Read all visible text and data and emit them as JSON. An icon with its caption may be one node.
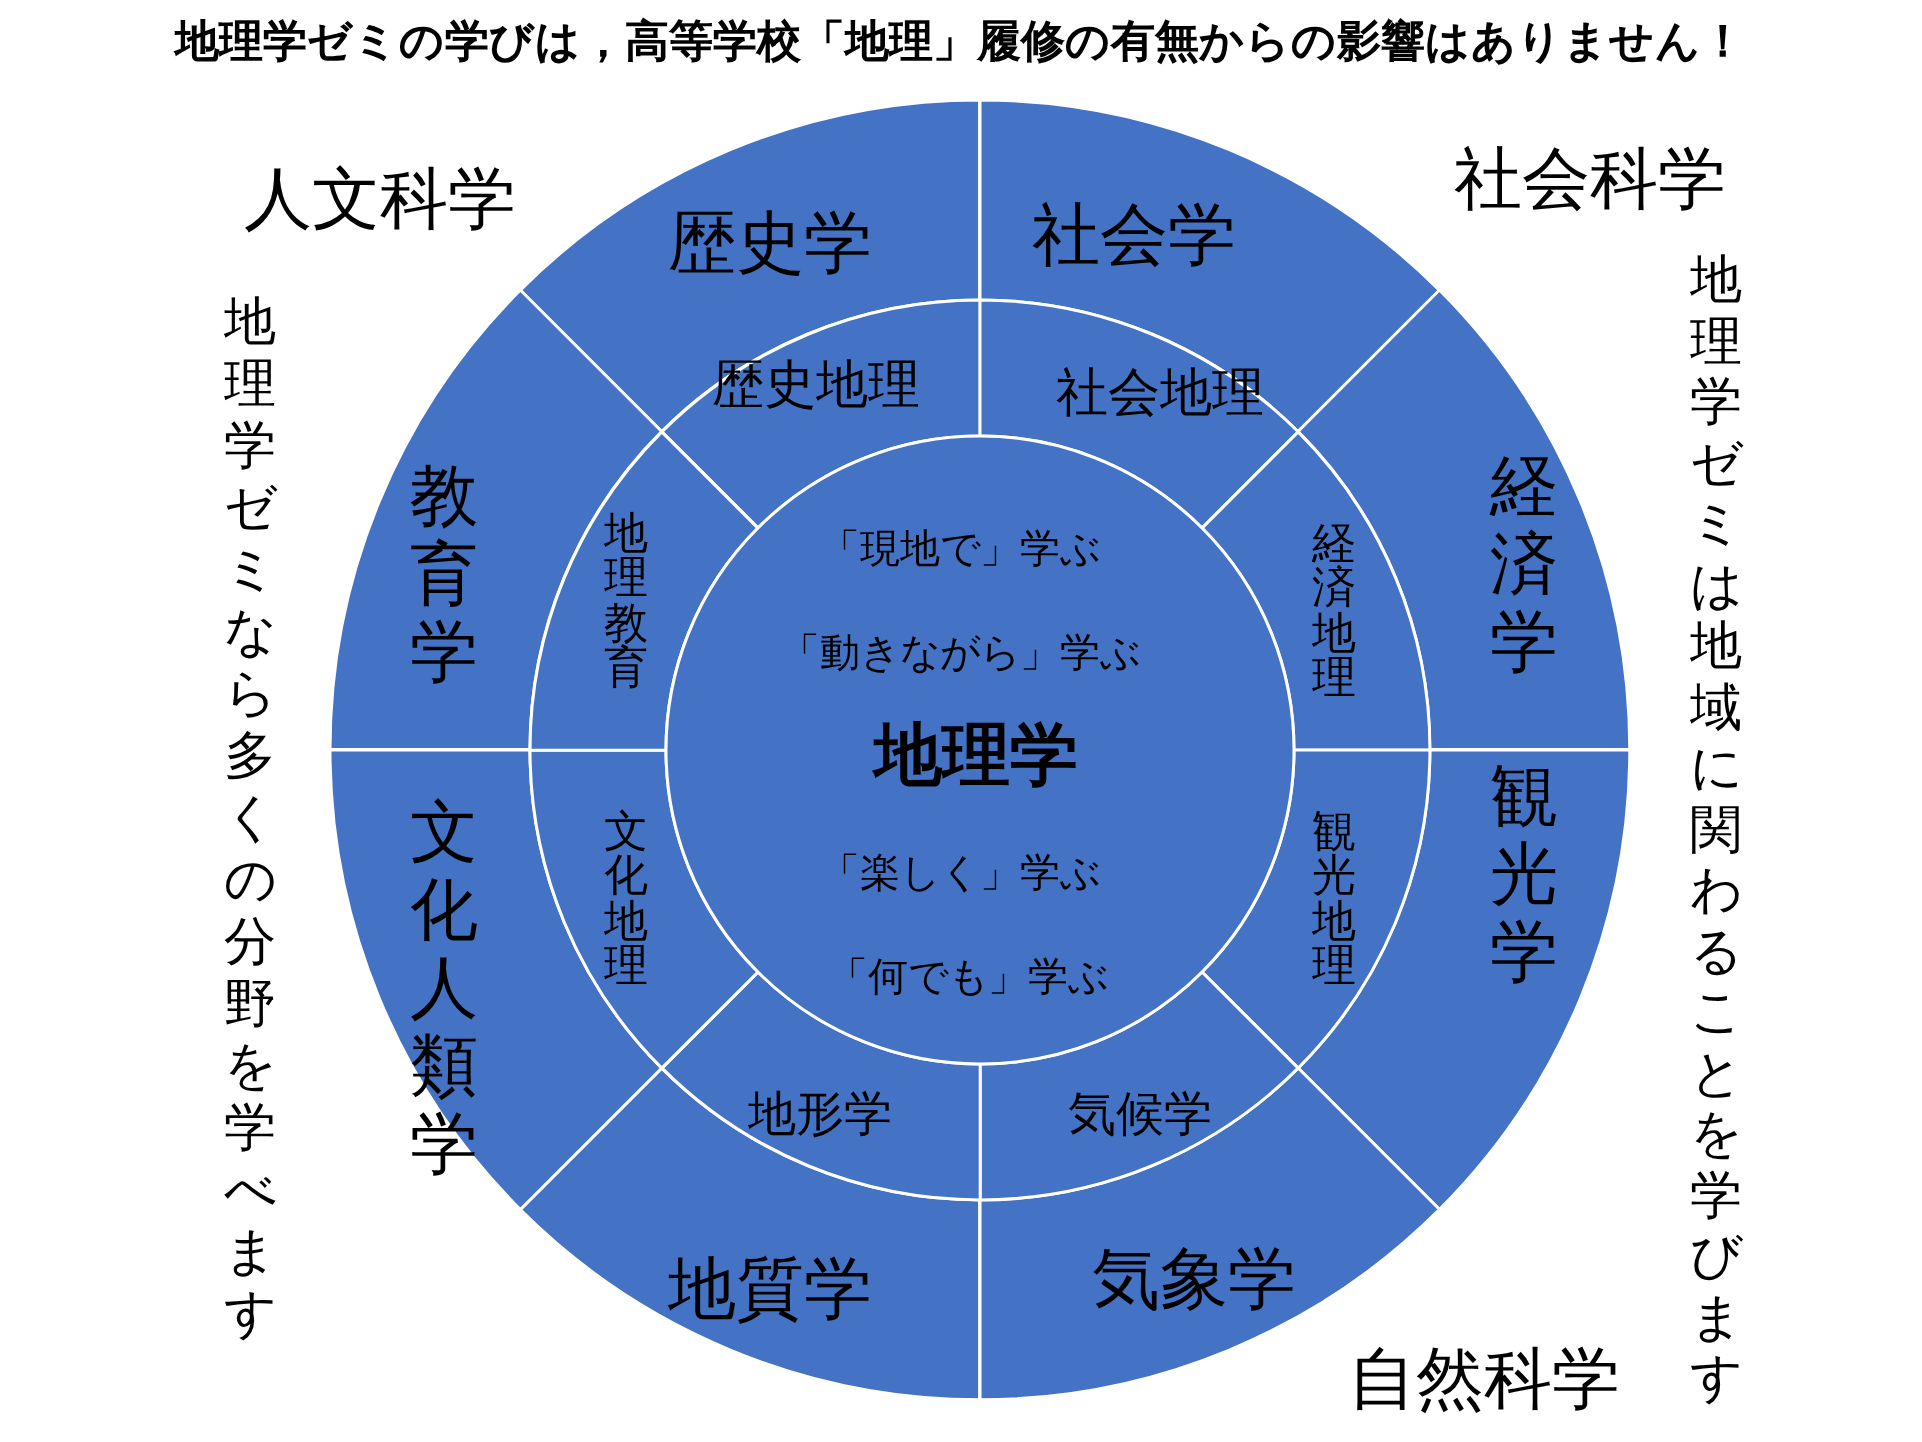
{
  "diagram": {
    "title": "地理学ゼミの学びは，高等学校「地理」履修の有無からの影響はありません！",
    "nodes": [
      {
        "text": [
          "歴史学"
        ]
      },
      {
        "text": [
          "社会学"
        ]
      },
      {
        "text": [
          "経済学"
        ]
      },
      {
        "text": [
          "観光学"
        ]
      },
      {
        "text": [
          "気象学"
        ]
      },
      {
        "text": [
          "地質学"
        ]
      },
      {
        "text": [
          "文化人類学"
        ]
      },
      {
        "text": [
          "教育学"
        ]
      },
      {
        "text": [
          "歴史地理"
        ]
      },
      {
        "text": [
          "社会地理"
        ]
      },
      {
        "text": [
          "経済地理"
        ]
      },
      {
        "text": [
          "観光地理"
        ]
      },
      {
        "text": [
          "気候学"
        ]
      },
      {
        "text": [
          "地形学"
        ]
      },
      {
        "text": [
          "文化地理"
        ]
      },
      {
        "text": [
          "地理教育"
        ]
      },
      {
        "text": [
          "「現地で」学ぶ",
          "「動きながら」学ぶ",
          "地理学",
          "「楽しく」学ぶ",
          "「何でも」学ぶ"
        ]
      }
    ],
    "labels": [
      "人文科学",
      "社会科学",
      "地理学ゼミなら多くの分野を学べます",
      "地理学ゼミは地域に関わることを学びます",
      "自然科学"
    ]
  }
}
